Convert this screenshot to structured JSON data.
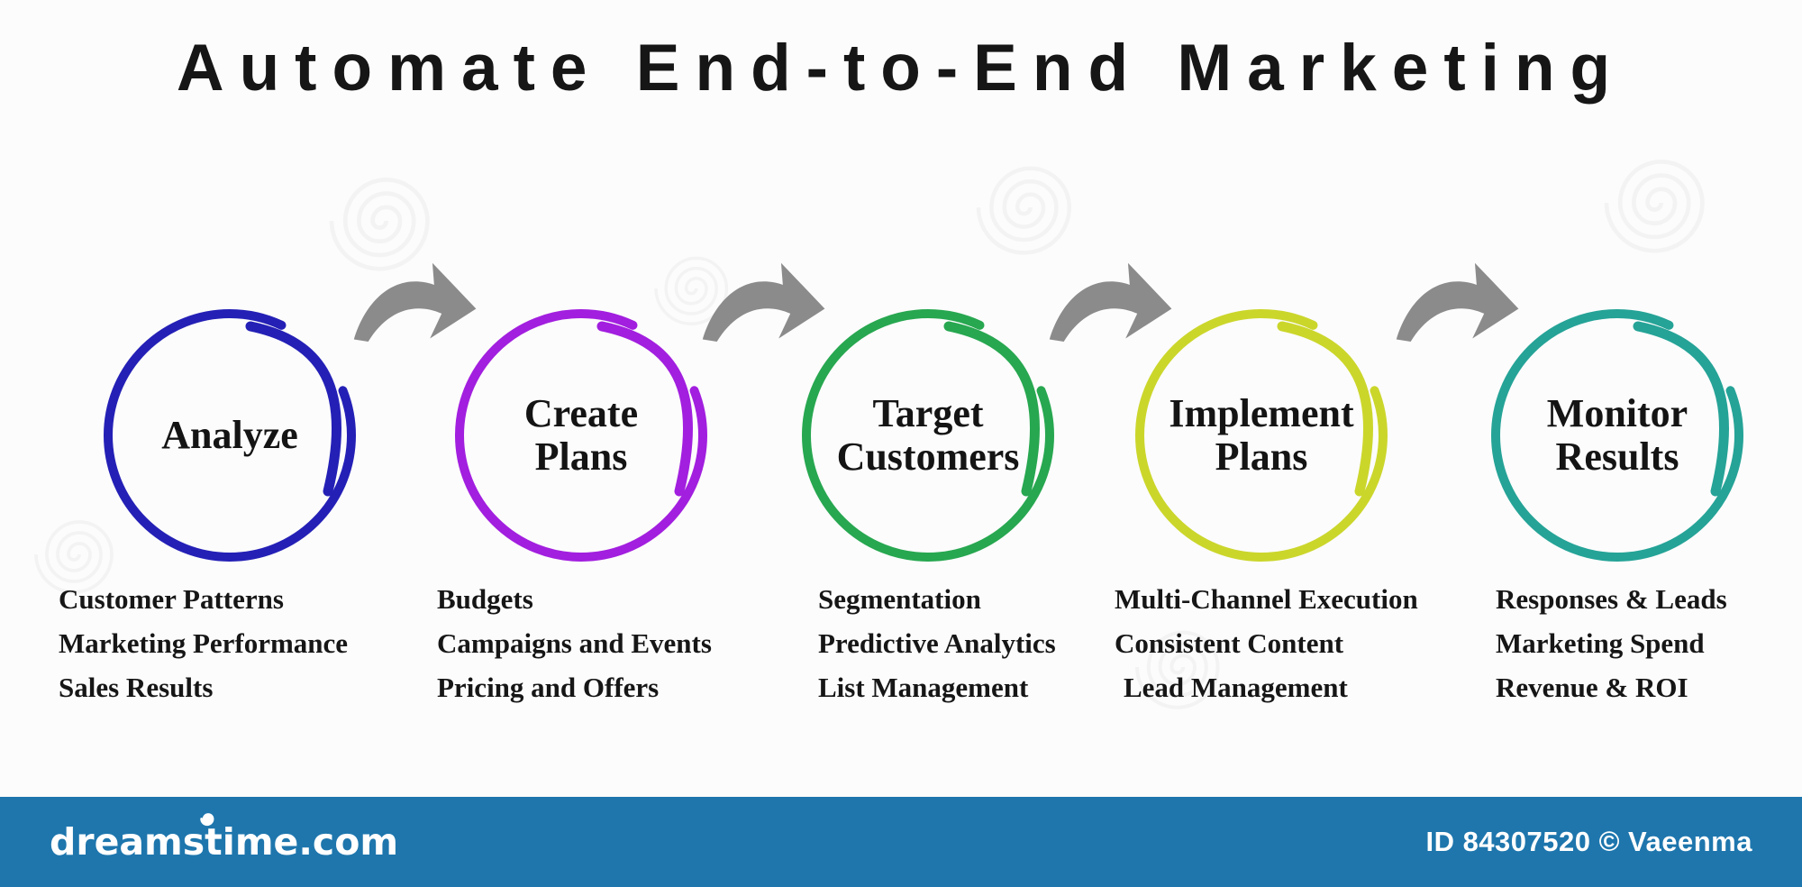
{
  "title": "Automate End-to-End Marketing",
  "stations": [
    {
      "title": "Analyze",
      "color": "#2420b6",
      "items": [
        "Customer Patterns",
        "Marketing Performance",
        "Sales Results"
      ]
    },
    {
      "title": "Create Plans",
      "color": "#a21fdf",
      "items": [
        "Budgets",
        "Campaigns and Events",
        "Pricing and Offers"
      ]
    },
    {
      "title": "Target Customers",
      "color": "#27a750",
      "items": [
        "Segmentation",
        "Predictive Analytics",
        "List Management"
      ]
    },
    {
      "title": "Implement Plans",
      "color": "#cbd62b",
      "items": [
        "Multi-Channel Execution",
        "Consistent Content",
        "Lead Management"
      ]
    },
    {
      "title": "Monitor Results",
      "color": "#25a397",
      "items": [
        "Responses & Leads",
        "Marketing Spend",
        "Revenue & ROI"
      ]
    }
  ],
  "arrow_color": "#8b8b8b",
  "colors": {
    "footer_bg": "#1e76ad",
    "title_text": "#161616",
    "body_text": "#161616",
    "background": "#fcfcfc"
  },
  "footer": {
    "brand": "dreamstime.com",
    "credit": "ID 84307520 © Vaeenma"
  }
}
